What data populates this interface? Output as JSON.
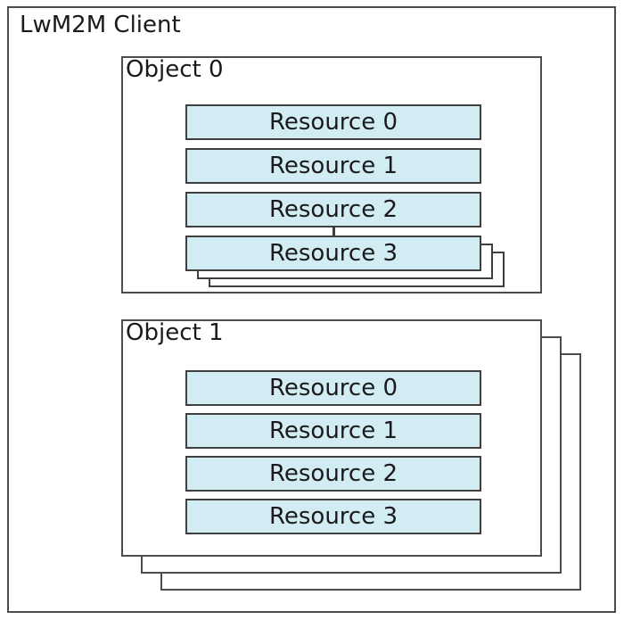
{
  "client": {
    "title": "LwM2M Client"
  },
  "objects": [
    {
      "label": "Object 0",
      "resources": [
        "Resource 0",
        "Resource 1",
        "Resource 2",
        "Resource 3"
      ]
    },
    {
      "label": "Object 1",
      "resources": [
        "Resource 0",
        "Resource 1",
        "Resource 2",
        "Resource 3"
      ]
    }
  ],
  "colors": {
    "resource_fill": "#d2ecf4",
    "box_border": "#4c4c4c",
    "resource_border": "#3f3f3f",
    "text": "#1a1a1a",
    "background": "#ffffff"
  }
}
